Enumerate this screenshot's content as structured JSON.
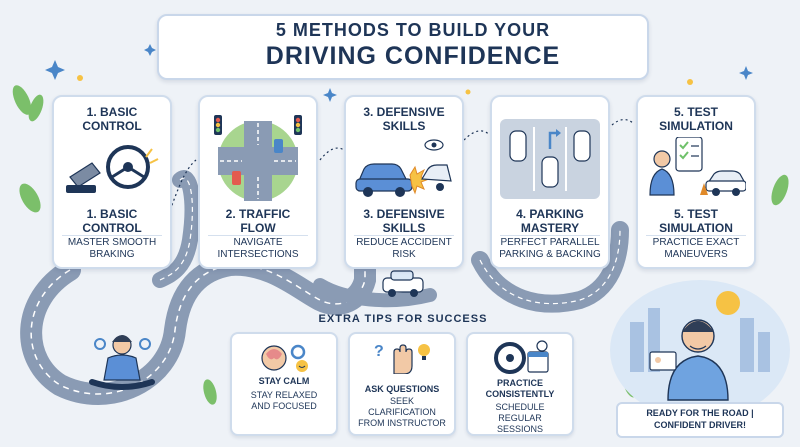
{
  "title": {
    "line1": "5 METHODS TO BUILD YOUR",
    "line2": "DRIVING CONFIDENCE"
  },
  "steps": [
    {
      "heading": "1. BASIC CONTROL",
      "subheading": "1. BASIC CONTROL",
      "description": "MASTER SMOOTH BRAKING",
      "icon": "steering-wheel-pedal-icon"
    },
    {
      "heading": "",
      "subheading": "2. TRAFFIC FLOW",
      "description": "NAVIGATE INTERSECTIONS",
      "icon": "traffic-intersection-icon"
    },
    {
      "heading": "3. DEFENSIVE SKILLS",
      "subheading": "3. DEFENSIVE SKILLS",
      "description": "REDUCE ACCIDENT RISK",
      "icon": "car-collision-icon"
    },
    {
      "heading": "",
      "subheading": "4. PARKING MASTERY",
      "description": "PERFECT PARALLEL PARKING & BACKING",
      "icon": "parking-lot-icon"
    },
    {
      "heading": "5. TEST SIMULATION",
      "subheading": "5. TEST SIMULATION",
      "description": "PRACTICE EXACT MANEUVERS",
      "icon": "test-checklist-icon"
    }
  ],
  "extra_tips": {
    "label": "EXTRA TIPS FOR SUCCESS",
    "items": [
      {
        "heading": "STAY CALM",
        "description": "STAY RELAXED AND FOCUSED",
        "icon": "brain-gears-icon"
      },
      {
        "heading": "ASK QUESTIONS",
        "description": "SEEK CLARIFICATION FROM INSTRUCTOR",
        "icon": "raised-hand-icon"
      },
      {
        "heading": "PRACTICE CONSISTENTLY",
        "description": "SCHEDULE REGULAR SESSIONS",
        "icon": "steering-calendar-icon"
      }
    ]
  },
  "ready": {
    "text": "READY FOR THE ROAD | CONFIDENT DRIVER!"
  },
  "colors": {
    "navy": "#1e3557",
    "road": "#8a9bb4",
    "card_border": "#cfdcec",
    "sky": "#dbe8f6",
    "accent_yellow": "#f6c244"
  }
}
